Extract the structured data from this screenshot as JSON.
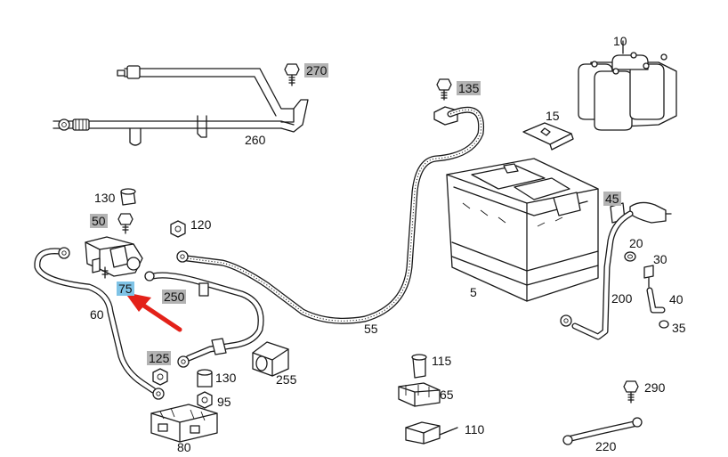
{
  "diagram": {
    "callouts": [
      {
        "id": "10",
        "text": "10",
        "highlight": "none"
      },
      {
        "id": "270",
        "text": "270",
        "highlight": "gray"
      },
      {
        "id": "135",
        "text": "135",
        "highlight": "gray"
      },
      {
        "id": "15",
        "text": "15",
        "highlight": "none"
      },
      {
        "id": "260",
        "text": "260",
        "highlight": "none"
      },
      {
        "id": "130a",
        "text": "130",
        "highlight": "none"
      },
      {
        "id": "50",
        "text": "50",
        "highlight": "gray"
      },
      {
        "id": "120",
        "text": "120",
        "highlight": "none"
      },
      {
        "id": "45",
        "text": "45",
        "highlight": "gray"
      },
      {
        "id": "20",
        "text": "20",
        "highlight": "none"
      },
      {
        "id": "30",
        "text": "30",
        "highlight": "none"
      },
      {
        "id": "75",
        "text": "75",
        "highlight": "blue"
      },
      {
        "id": "250",
        "text": "250",
        "highlight": "gray"
      },
      {
        "id": "5",
        "text": "5",
        "highlight": "none"
      },
      {
        "id": "200",
        "text": "200",
        "highlight": "none"
      },
      {
        "id": "40",
        "text": "40",
        "highlight": "none"
      },
      {
        "id": "60",
        "text": "60",
        "highlight": "none"
      },
      {
        "id": "55",
        "text": "55",
        "highlight": "none"
      },
      {
        "id": "35",
        "text": "35",
        "highlight": "none"
      },
      {
        "id": "125",
        "text": "125",
        "highlight": "gray"
      },
      {
        "id": "115",
        "text": "115",
        "highlight": "none"
      },
      {
        "id": "130b",
        "text": "130",
        "highlight": "none"
      },
      {
        "id": "255",
        "text": "255",
        "highlight": "none"
      },
      {
        "id": "95",
        "text": "95",
        "highlight": "none"
      },
      {
        "id": "65",
        "text": "65",
        "highlight": "none"
      },
      {
        "id": "290",
        "text": "290",
        "highlight": "none"
      },
      {
        "id": "110",
        "text": "110",
        "highlight": "none"
      },
      {
        "id": "80",
        "text": "80",
        "highlight": "none"
      },
      {
        "id": "220",
        "text": "220",
        "highlight": "none"
      }
    ],
    "colors": {
      "gray_highlight": "#b3b3b3",
      "blue_highlight": "#7fc3e6",
      "pointer_arrow": "#e32119",
      "line": "#1a1a1a"
    },
    "pointer": {
      "target": "75",
      "icon": "red-arrow-icon"
    }
  }
}
